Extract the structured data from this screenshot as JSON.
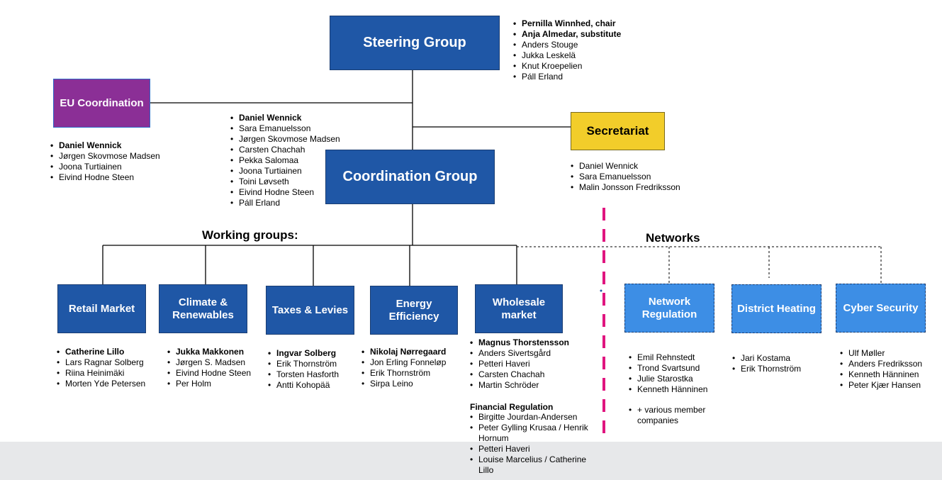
{
  "steering": {
    "title": "Steering Group",
    "members": [
      "Pernilla Winnhed, chair",
      "Anja Almedar, substitute",
      "Anders Stouge",
      "Jukka Leskelä",
      "Knut Kroepelien",
      "Páll Erland"
    ]
  },
  "eu": {
    "title": "EU Coordination",
    "members": [
      "Daniel Wennick",
      "Jørgen Skovmose Madsen",
      "Joona Turtiainen",
      "Eivind Hodne Steen"
    ]
  },
  "coordination": {
    "title": "Coordination Group",
    "members": [
      "Daniel Wennick",
      "Sara Emanuelsson",
      "Jørgen Skovmose Madsen",
      "Carsten Chachah",
      "Pekka Salomaa",
      "Joona Turtiainen",
      "Toini Løvseth",
      "Eivind Hodne Steen",
      "Páll Erland"
    ]
  },
  "secretariat": {
    "title": "Secretariat",
    "members": [
      "Daniel Wennick",
      "Sara Emanuelsson",
      "Malin Jonsson Fredriksson"
    ]
  },
  "working_groups_label": "Working groups:",
  "networks_label": "Networks",
  "working_groups": [
    {
      "title": "Retail Market",
      "members": [
        "Catherine Lillo",
        "Lars Ragnar Solberg",
        "Riina Heinimäki",
        "Morten Yde Petersen"
      ]
    },
    {
      "title": "Climate & Renewables",
      "members": [
        "Jukka Makkonen",
        "Jørgen S. Madsen",
        "Eivind Hodne Steen",
        "Per Holm"
      ]
    },
    {
      "title": "Taxes & Levies",
      "members": [
        "Ingvar Solberg",
        "Erik Thornström",
        "Torsten Hasforth",
        "Antti Kohopää"
      ]
    },
    {
      "title": "Energy Efficiency",
      "members": [
        "Nikolaj Nørregaard",
        "Jon Erling Fonneløp",
        "Erik Thornström",
        "Sirpa Leino"
      ]
    },
    {
      "title": "Wholesale market",
      "members": [
        "Magnus Thorstensson",
        "Anders Sivertsgård",
        "Petteri Haveri",
        "Carsten Chachah",
        "Martin Schröder"
      ]
    }
  ],
  "financial_regulation": {
    "title": "Financial Regulation",
    "members": [
      "Birgitte Jourdan-Andersen",
      "Peter Gylling Krusaa / Henrik Hornum",
      "Petteri Haveri",
      "Louise Marcelius / Catherine Lillo"
    ]
  },
  "networks": [
    {
      "title": "Network Regulation",
      "members": [
        "Emil Rehnstedt",
        "Trond Svartsund",
        "Julie Starostka",
        "Kenneth Hänninen",
        "+ various member companies"
      ]
    },
    {
      "title": "District Heating",
      "members": [
        "Jari Kostama",
        "Erik Thornström"
      ]
    },
    {
      "title": "Cyber Security",
      "members": [
        "Ulf Møller",
        "Anders Fredriksson",
        "Kenneth Hänninen",
        "Peter Kjær Hansen"
      ]
    }
  ],
  "colors": {
    "group_box": "#1f57a6",
    "network_box": "#3d8ee5",
    "eu_box": "#8b2f96",
    "secretariat_box": "#f2cd2a",
    "divider": "#e0157f"
  }
}
